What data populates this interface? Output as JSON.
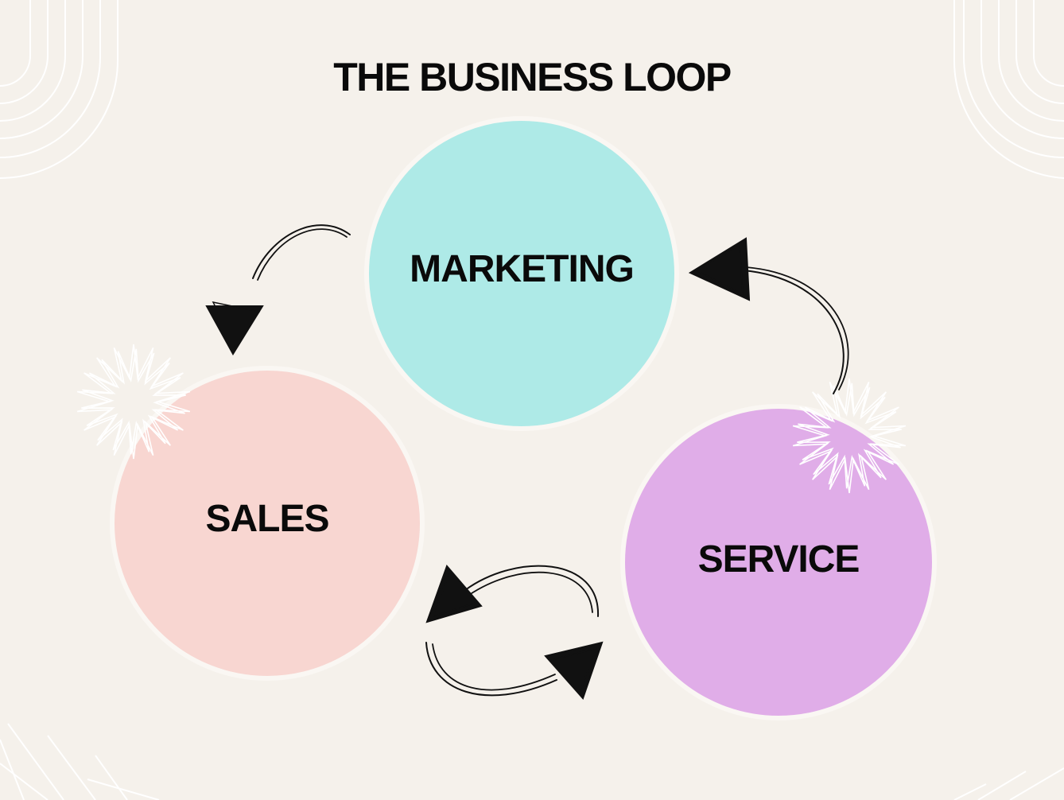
{
  "title": "THE BUSINESS LOOP",
  "nodes": {
    "marketing": "MARKETING",
    "sales": "SALES",
    "service": "SERVICE"
  },
  "colors": {
    "background": "#f5f1eb",
    "marketing": "#aeeae7",
    "sales": "#f8d6d1",
    "service": "#e0ade8",
    "text": "#0a0a0a",
    "decor": "#ffffff"
  },
  "edges": [
    {
      "from": "marketing",
      "to": "sales"
    },
    {
      "from": "sales",
      "to": "service"
    },
    {
      "from": "service",
      "to": "sales"
    },
    {
      "from": "service",
      "to": "marketing"
    }
  ]
}
